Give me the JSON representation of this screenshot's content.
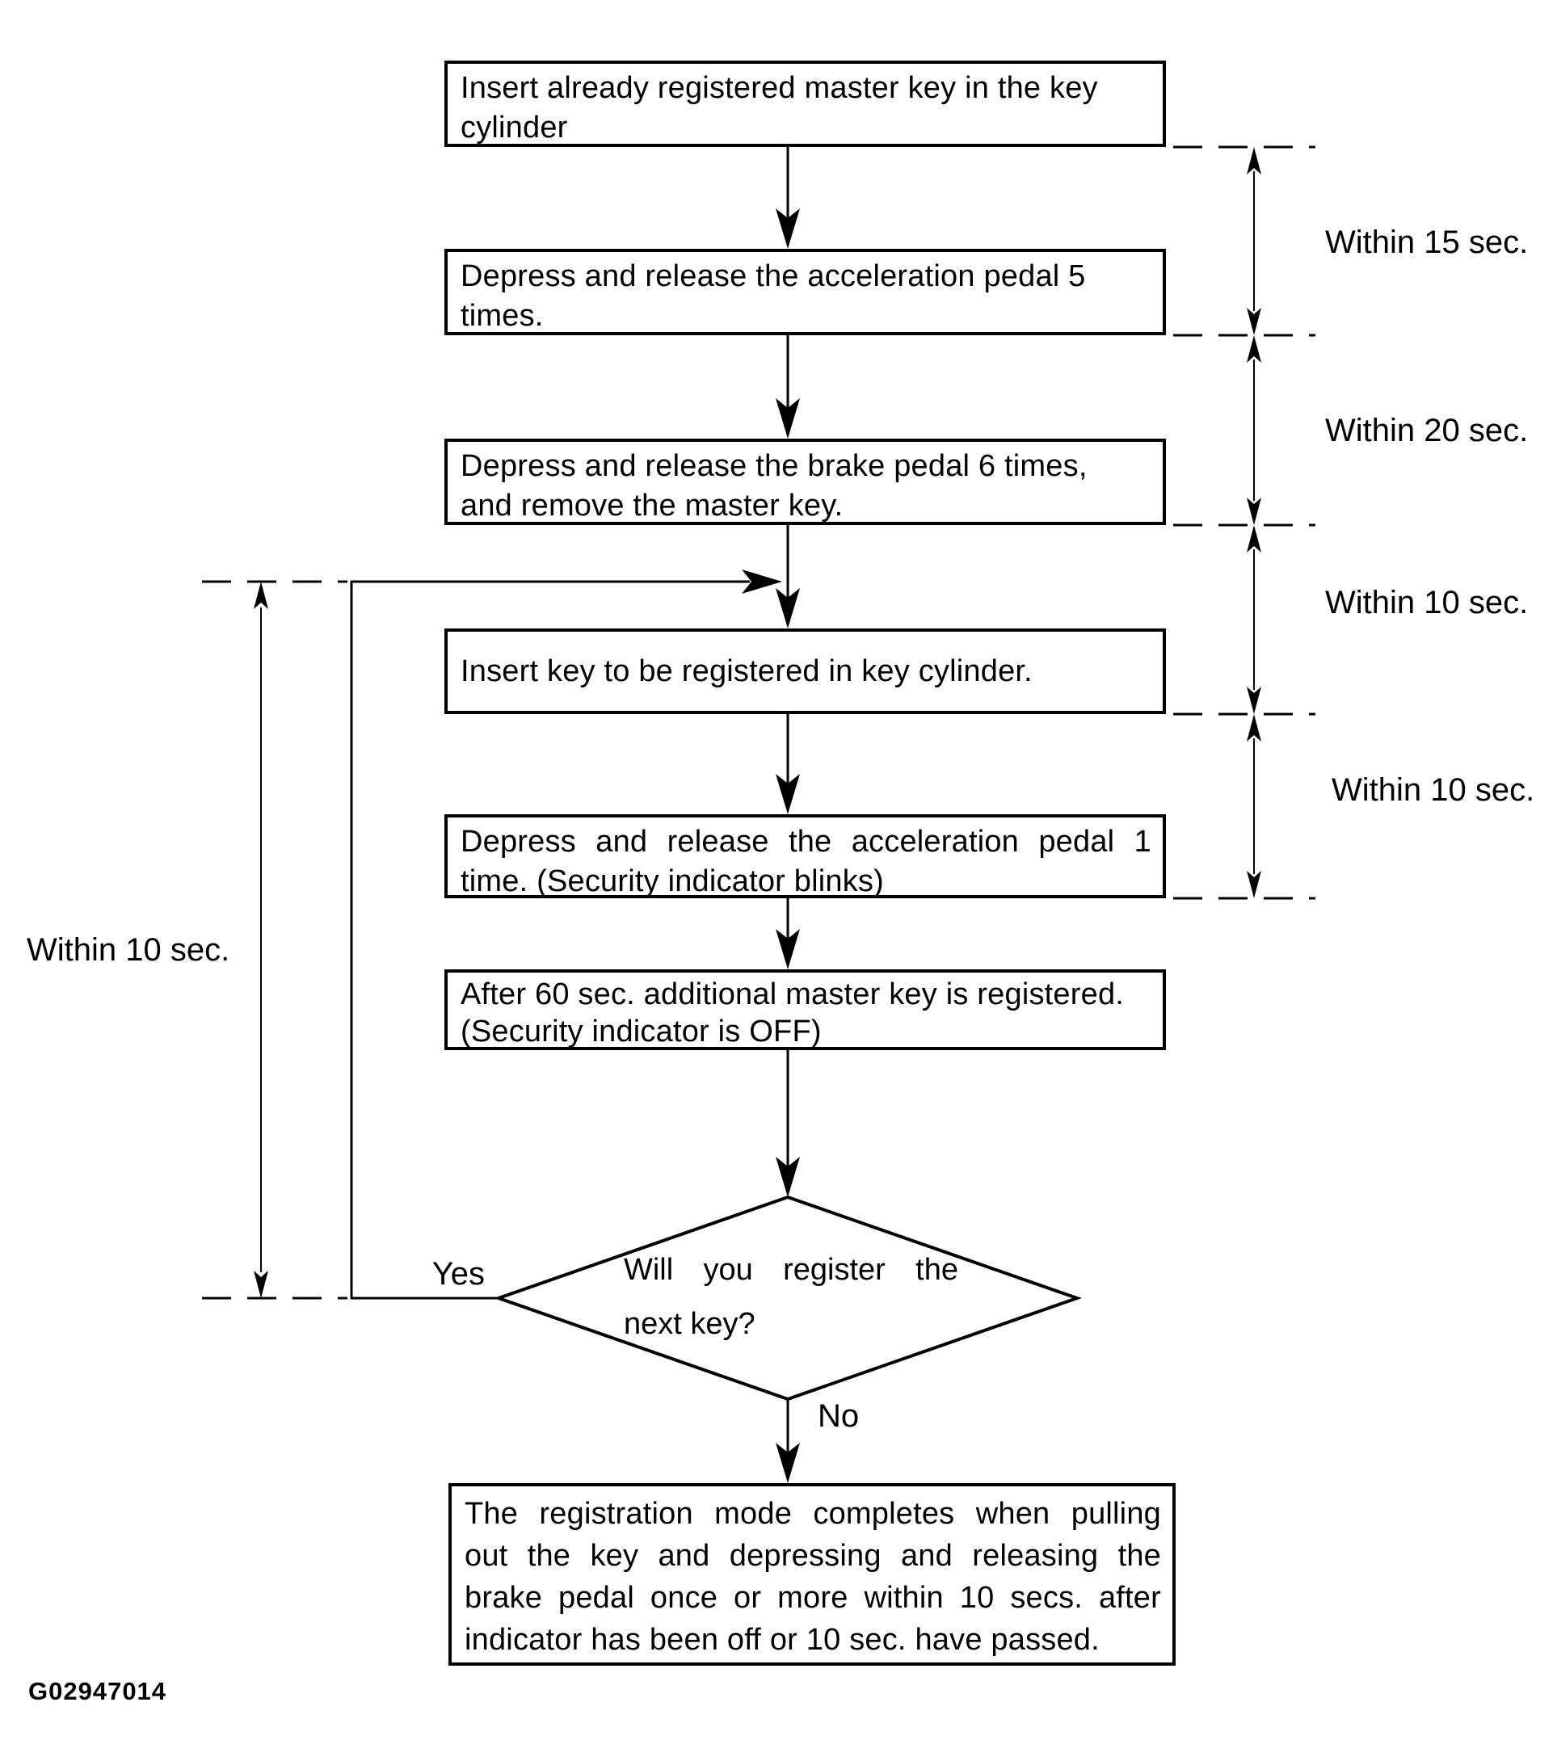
{
  "flow": {
    "boxes": [
      {
        "id": "step1",
        "lines": [
          "Insert already registered master key in the key",
          "cylinder"
        ]
      },
      {
        "id": "step2",
        "lines": [
          "Depress and release the acceleration pedal 5",
          "times."
        ]
      },
      {
        "id": "step3",
        "lines": [
          "Depress and release the brake pedal 6 times,",
          "and remove the master key."
        ]
      },
      {
        "id": "step4",
        "lines": [
          "Insert key to be registered in key cylinder."
        ]
      },
      {
        "id": "step5",
        "lines": [
          "Depress and release the acceleration pedal 1",
          "time. (Security indicator blinks)"
        ]
      },
      {
        "id": "step6",
        "lines": [
          "After 60 sec. additional master key is registered.",
          "(Security indicator is OFF)"
        ]
      },
      {
        "id": "final",
        "lines": [
          "The registration mode completes when pulling",
          "out the key and depressing and releasing the",
          "brake pedal once or more within 10 secs. after",
          "indicator has been off or 10 sec. have passed."
        ]
      }
    ],
    "decision": {
      "lines": [
        "Will you register the",
        "next key?"
      ],
      "yes_label": "Yes",
      "no_label": "No"
    }
  },
  "annotations": {
    "right": [
      {
        "label": "Within 15 sec."
      },
      {
        "label": "Within 20 sec."
      },
      {
        "label": "Within 10 sec."
      },
      {
        "label": "Within 10 sec."
      }
    ],
    "left": {
      "label": "Within 10 sec."
    },
    "figure_code": "G02947014",
    "line_color": "#000000",
    "background_color": "#ffffff"
  }
}
